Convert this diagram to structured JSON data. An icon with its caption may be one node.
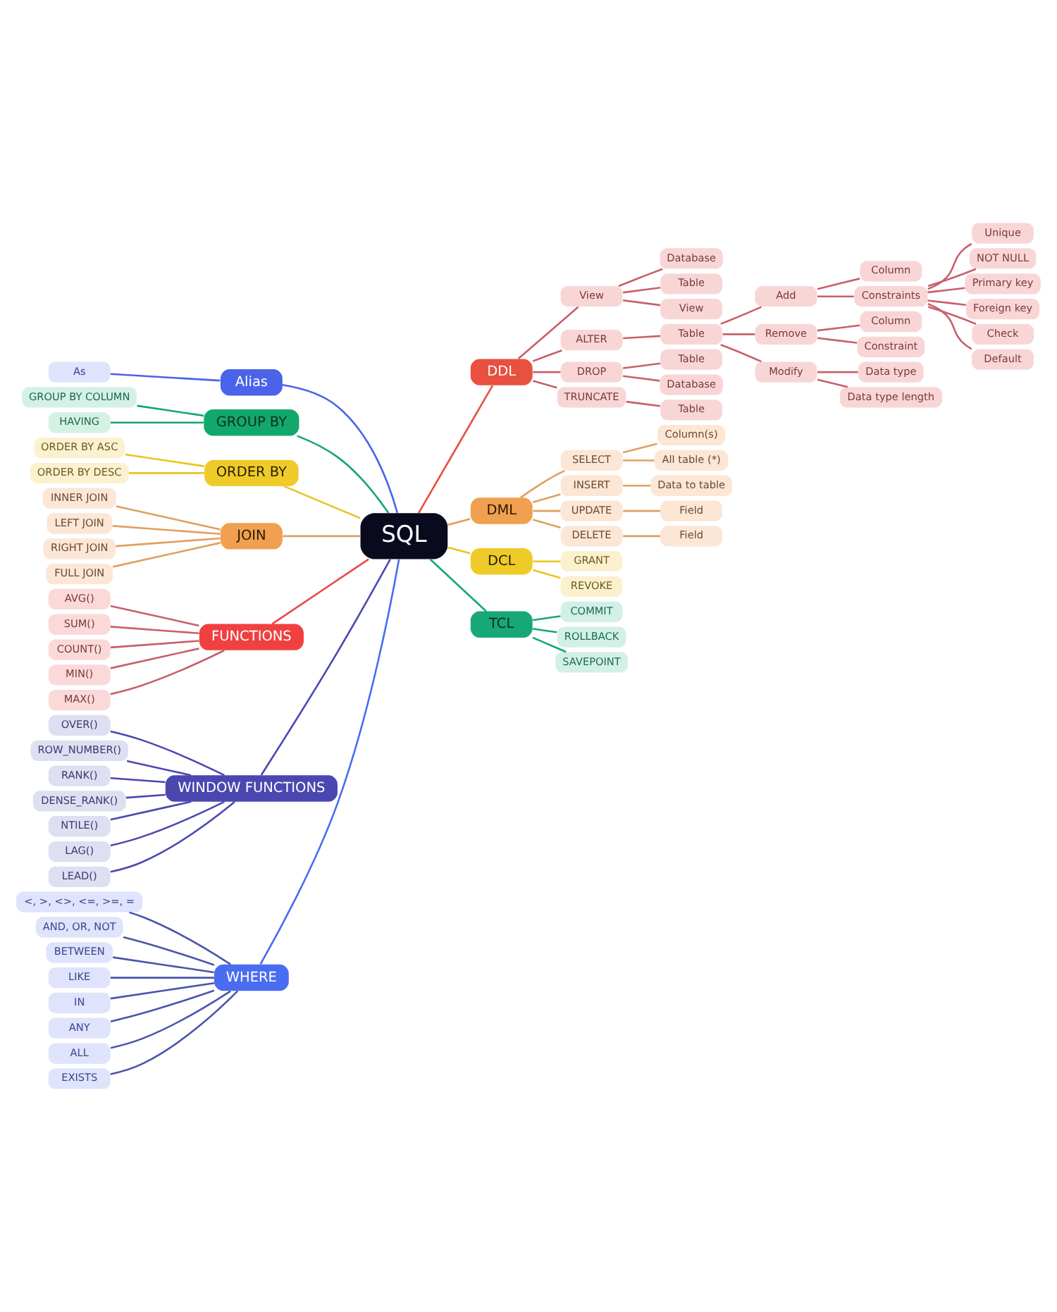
{
  "diagram": {
    "nodes": [
      {
        "text": [
          "SQL"
        ]
      },
      {
        "text": [
          "Alias"
        ]
      },
      {
        "text": [
          "As"
        ]
      },
      {
        "text": [
          "GROUP BY"
        ]
      },
      {
        "text": [
          "GROUP BY COLUMN"
        ]
      },
      {
        "text": [
          "HAVING"
        ]
      },
      {
        "text": [
          "ORDER BY"
        ]
      },
      {
        "text": [
          "ORDER BY ASC"
        ]
      },
      {
        "text": [
          "ORDER BY DESC"
        ]
      },
      {
        "text": [
          "JOIN"
        ]
      },
      {
        "text": [
          "INNER JOIN"
        ]
      },
      {
        "text": [
          "LEFT JOIN"
        ]
      },
      {
        "text": [
          "RIGHT JOIN"
        ]
      },
      {
        "text": [
          "FULL JOIN"
        ]
      },
      {
        "text": [
          "FUNCTIONS"
        ]
      },
      {
        "text": [
          "AVG()"
        ]
      },
      {
        "text": [
          "SUM()"
        ]
      },
      {
        "text": [
          "COUNT()"
        ]
      },
      {
        "text": [
          "MIN()"
        ]
      },
      {
        "text": [
          "MAX()"
        ]
      },
      {
        "text": [
          "WINDOW FUNCTIONS"
        ]
      },
      {
        "text": [
          "OVER()"
        ]
      },
      {
        "text": [
          "ROW_NUMBER()"
        ]
      },
      {
        "text": [
          "RANK()"
        ]
      },
      {
        "text": [
          "DENSE_RANK()"
        ]
      },
      {
        "text": [
          "NTILE()"
        ]
      },
      {
        "text": [
          "LAG()"
        ]
      },
      {
        "text": [
          "LEAD()"
        ]
      },
      {
        "text": [
          "WHERE"
        ]
      },
      {
        "text": [
          "<, >, <>, <=, >=, ="
        ]
      },
      {
        "text": [
          "AND, OR, NOT"
        ]
      },
      {
        "text": [
          "BETWEEN"
        ]
      },
      {
        "text": [
          "LIKE"
        ]
      },
      {
        "text": [
          "IN"
        ]
      },
      {
        "text": [
          "ANY"
        ]
      },
      {
        "text": [
          "ALL"
        ]
      },
      {
        "text": [
          "EXISTS"
        ]
      },
      {
        "text": [
          "DDL"
        ]
      },
      {
        "text": [
          "View"
        ]
      },
      {
        "text": [
          "Database"
        ]
      },
      {
        "text": [
          "Table"
        ]
      },
      {
        "text": [
          "View"
        ]
      },
      {
        "text": [
          "ALTER"
        ]
      },
      {
        "text": [
          "Table"
        ]
      },
      {
        "text": [
          "Add"
        ]
      },
      {
        "text": [
          "Column"
        ]
      },
      {
        "text": [
          "Constraints"
        ]
      },
      {
        "text": [
          "Unique"
        ]
      },
      {
        "text": [
          "NOT NULL"
        ]
      },
      {
        "text": [
          "Primary key"
        ]
      },
      {
        "text": [
          "Foreign key"
        ]
      },
      {
        "text": [
          "Check"
        ]
      },
      {
        "text": [
          "Default"
        ]
      },
      {
        "text": [
          "Remove"
        ]
      },
      {
        "text": [
          "Column"
        ]
      },
      {
        "text": [
          "Constraint"
        ]
      },
      {
        "text": [
          "Modify"
        ]
      },
      {
        "text": [
          "Data type"
        ]
      },
      {
        "text": [
          "Data type length"
        ]
      },
      {
        "text": [
          "DROP"
        ]
      },
      {
        "text": [
          "Table"
        ]
      },
      {
        "text": [
          "Database"
        ]
      },
      {
        "text": [
          "TRUNCATE"
        ]
      },
      {
        "text": [
          "Table"
        ]
      },
      {
        "text": [
          "DML"
        ]
      },
      {
        "text": [
          "SELECT"
        ]
      },
      {
        "text": [
          "Column(s)"
        ]
      },
      {
        "text": [
          "All table (*)"
        ]
      },
      {
        "text": [
          "INSERT"
        ]
      },
      {
        "text": [
          "Data to table"
        ]
      },
      {
        "text": [
          "UPDATE"
        ]
      },
      {
        "text": [
          "Field"
        ]
      },
      {
        "text": [
          "DELETE"
        ]
      },
      {
        "text": [
          "Field"
        ]
      },
      {
        "text": [
          "DCL"
        ]
      },
      {
        "text": [
          "GRANT"
        ]
      },
      {
        "text": [
          "REVOKE"
        ]
      },
      {
        "text": [
          "TCL"
        ]
      },
      {
        "text": [
          "COMMIT"
        ]
      },
      {
        "text": [
          "ROLLBACK"
        ]
      },
      {
        "text": [
          "SAVEPOINT"
        ]
      }
    ],
    "edges": [
      {
        "from": 1,
        "to": 0,
        "arrow": "none",
        "color": "#4a63e8"
      },
      {
        "from": 2,
        "to": 1,
        "arrow": "none",
        "color": "#4a63e8"
      },
      {
        "from": 3,
        "to": 0,
        "arrow": "none",
        "color": "#12a86b"
      },
      {
        "from": 4,
        "to": 3,
        "arrow": "none",
        "color": "#12a86b"
      },
      {
        "from": 5,
        "to": 3,
        "arrow": "none",
        "color": "#12a86b"
      },
      {
        "from": 6,
        "to": 0,
        "arrow": "none",
        "color": "#e8c520"
      },
      {
        "from": 7,
        "to": 6,
        "arrow": "none",
        "color": "#e8c520"
      },
      {
        "from": 8,
        "to": 6,
        "arrow": "none",
        "color": "#e8c520"
      },
      {
        "from": 9,
        "to": 0,
        "arrow": "none",
        "color": "#e0a060"
      },
      {
        "from": 10,
        "to": 9,
        "arrow": "none",
        "color": "#e0a060"
      },
      {
        "from": 11,
        "to": 9,
        "arrow": "none",
        "color": "#e0a060"
      },
      {
        "from": 12,
        "to": 9,
        "arrow": "none",
        "color": "#e0a060"
      },
      {
        "from": 13,
        "to": 9,
        "arrow": "none",
        "color": "#e0a060"
      },
      {
        "from": 14,
        "to": 0,
        "arrow": "none",
        "color": "#ef4444"
      },
      {
        "from": 15,
        "to": 14,
        "arrow": "none",
        "color": "#c8606a"
      },
      {
        "from": 16,
        "to": 14,
        "arrow": "none",
        "color": "#c8606a"
      },
      {
        "from": 17,
        "to": 14,
        "arrow": "none",
        "color": "#c8606a"
      },
      {
        "from": 18,
        "to": 14,
        "arrow": "none",
        "color": "#c8606a"
      },
      {
        "from": 19,
        "to": 14,
        "arrow": "none",
        "color": "#c8606a"
      },
      {
        "from": 20,
        "to": 0,
        "arrow": "none",
        "color": "#4a48b0"
      },
      {
        "from": 21,
        "to": 20,
        "arrow": "none",
        "color": "#4a48b0"
      },
      {
        "from": 22,
        "to": 20,
        "arrow": "none",
        "color": "#4a48b0"
      },
      {
        "from": 23,
        "to": 20,
        "arrow": "none",
        "color": "#4a48b0"
      },
      {
        "from": 24,
        "to": 20,
        "arrow": "none",
        "color": "#4a48b0"
      },
      {
        "from": 25,
        "to": 20,
        "arrow": "none",
        "color": "#4a48b0"
      },
      {
        "from": 26,
        "to": 20,
        "arrow": "none",
        "color": "#4a48b0"
      },
      {
        "from": 27,
        "to": 20,
        "arrow": "none",
        "color": "#4a48b0"
      },
      {
        "from": 28,
        "to": 0,
        "arrow": "none",
        "color": "#4a6cf0"
      },
      {
        "from": 29,
        "to": 28,
        "arrow": "none",
        "color": "#4a55a8"
      },
      {
        "from": 30,
        "to": 28,
        "arrow": "none",
        "color": "#4a55a8"
      },
      {
        "from": 31,
        "to": 28,
        "arrow": "none",
        "color": "#4a55a8"
      },
      {
        "from": 32,
        "to": 28,
        "arrow": "none",
        "color": "#4a55a8"
      },
      {
        "from": 33,
        "to": 28,
        "arrow": "none",
        "color": "#4a55a8"
      },
      {
        "from": 34,
        "to": 28,
        "arrow": "none",
        "color": "#4a55a8"
      },
      {
        "from": 35,
        "to": 28,
        "arrow": "none",
        "color": "#4a55a8"
      },
      {
        "from": 36,
        "to": 28,
        "arrow": "none",
        "color": "#4a55a8"
      },
      {
        "from": 0,
        "to": 37,
        "arrow": "none",
        "color": "#e8503f"
      },
      {
        "from": 37,
        "to": 38,
        "arrow": "none",
        "color": "#c8606a"
      },
      {
        "from": 38,
        "to": 39,
        "arrow": "none",
        "color": "#c8606a"
      },
      {
        "from": 38,
        "to": 40,
        "arrow": "none",
        "color": "#c8606a"
      },
      {
        "from": 38,
        "to": 41,
        "arrow": "none",
        "color": "#c8606a"
      },
      {
        "from": 37,
        "to": 42,
        "arrow": "none",
        "color": "#c8606a"
      },
      {
        "from": 42,
        "to": 43,
        "arrow": "none",
        "color": "#c8606a"
      },
      {
        "from": 43,
        "to": 44,
        "arrow": "none",
        "color": "#c8606a"
      },
      {
        "from": 44,
        "to": 45,
        "arrow": "none",
        "color": "#c8606a"
      },
      {
        "from": 44,
        "to": 46,
        "arrow": "none",
        "color": "#c8606a"
      },
      {
        "from": 46,
        "to": 47,
        "arrow": "none",
        "color": "#c8606a"
      },
      {
        "from": 46,
        "to": 48,
        "arrow": "none",
        "color": "#c8606a"
      },
      {
        "from": 46,
        "to": 49,
        "arrow": "none",
        "color": "#c8606a"
      },
      {
        "from": 46,
        "to": 50,
        "arrow": "none",
        "color": "#c8606a"
      },
      {
        "from": 46,
        "to": 51,
        "arrow": "none",
        "color": "#c8606a"
      },
      {
        "from": 46,
        "to": 52,
        "arrow": "none",
        "color": "#c8606a"
      },
      {
        "from": 43,
        "to": 53,
        "arrow": "none",
        "color": "#c8606a"
      },
      {
        "from": 53,
        "to": 54,
        "arrow": "none",
        "color": "#c8606a"
      },
      {
        "from": 53,
        "to": 55,
        "arrow": "none",
        "color": "#c8606a"
      },
      {
        "from": 43,
        "to": 56,
        "arrow": "none",
        "color": "#c8606a"
      },
      {
        "from": 56,
        "to": 57,
        "arrow": "none",
        "color": "#c8606a"
      },
      {
        "from": 56,
        "to": 58,
        "arrow": "none",
        "color": "#c8606a"
      },
      {
        "from": 37,
        "to": 59,
        "arrow": "none",
        "color": "#c8606a"
      },
      {
        "from": 59,
        "to": 60,
        "arrow": "none",
        "color": "#c8606a"
      },
      {
        "from": 59,
        "to": 61,
        "arrow": "none",
        "color": "#c8606a"
      },
      {
        "from": 37,
        "to": 62,
        "arrow": "none",
        "color": "#c8606a"
      },
      {
        "from": 62,
        "to": 63,
        "arrow": "none",
        "color": "#c8606a"
      },
      {
        "from": 0,
        "to": 64,
        "arrow": "none",
        "color": "#e89a50"
      },
      {
        "from": 64,
        "to": 65,
        "arrow": "none",
        "color": "#e0a060"
      },
      {
        "from": 65,
        "to": 66,
        "arrow": "none",
        "color": "#e0a060"
      },
      {
        "from": 65,
        "to": 67,
        "arrow": "none",
        "color": "#e0a060"
      },
      {
        "from": 64,
        "to": 68,
        "arrow": "none",
        "color": "#e0a060"
      },
      {
        "from": 68,
        "to": 69,
        "arrow": "none",
        "color": "#e0a060"
      },
      {
        "from": 64,
        "to": 70,
        "arrow": "none",
        "color": "#e0a060"
      },
      {
        "from": 70,
        "to": 71,
        "arrow": "none",
        "color": "#e0a060"
      },
      {
        "from": 64,
        "to": 72,
        "arrow": "none",
        "color": "#e0a060"
      },
      {
        "from": 72,
        "to": 73,
        "arrow": "none",
        "color": "#e0a060"
      },
      {
        "from": 0,
        "to": 74,
        "arrow": "none",
        "color": "#e8c520"
      },
      {
        "from": 74,
        "to": 75,
        "arrow": "none",
        "color": "#e8c520"
      },
      {
        "from": 74,
        "to": 76,
        "arrow": "none",
        "color": "#e8c520"
      },
      {
        "from": 0,
        "to": 77,
        "arrow": "none",
        "color": "#12a878"
      },
      {
        "from": 77,
        "to": 78,
        "arrow": "none",
        "color": "#12a878"
      },
      {
        "from": 77,
        "to": 79,
        "arrow": "none",
        "color": "#12a878"
      },
      {
        "from": 77,
        "to": 80,
        "arrow": "none",
        "color": "#12a878"
      }
    ]
  }
}
